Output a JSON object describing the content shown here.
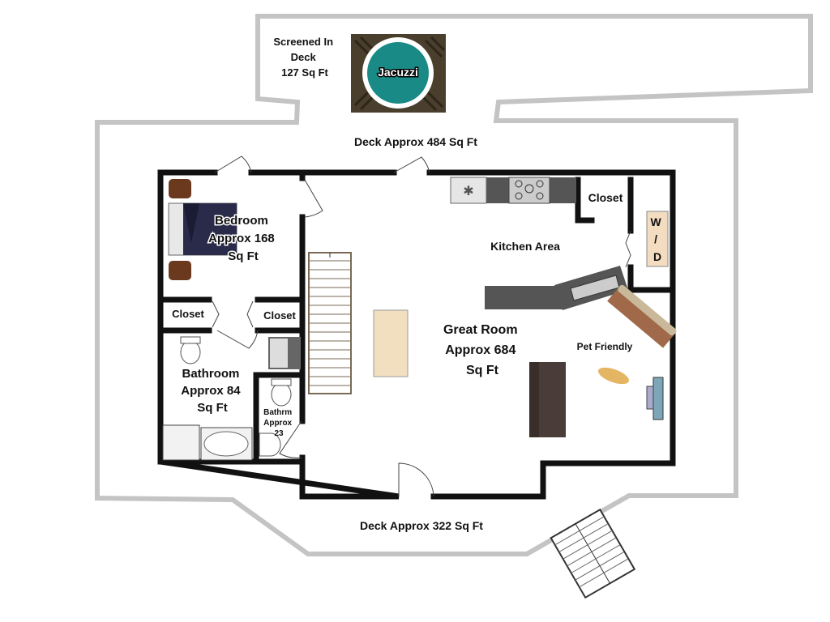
{
  "title": "Floor Plan",
  "labels": {
    "screened_deck": [
      "Screened In",
      "Deck",
      "127 Sq Ft"
    ],
    "jacuzzi": "Jacuzzi",
    "deck_top": "Deck Approx 484 Sq Ft",
    "deck_bottom": "Deck Approx 322 Sq Ft",
    "bedroom": [
      "Bedroom",
      "Approx 168",
      "Sq Ft"
    ],
    "closet_left": "Closet",
    "closet_right": "Closet",
    "closet_kitchen": "Closet",
    "bathroom": [
      "Bathroom",
      "Approx 84",
      "Sq Ft"
    ],
    "half_bath": [
      "Bathrm",
      "Approx",
      "23"
    ],
    "kitchen": "Kitchen Area",
    "great_room": [
      "Great Room",
      "Approx 684",
      "Sq Ft"
    ],
    "pet_friendly": "Pet Friendly",
    "washer_dryer": [
      "W",
      "/",
      "D"
    ]
  },
  "colors": {
    "wall": "#111111",
    "deck_outline": "#c4c4c4",
    "jacuzzi_water": "#1a8a86",
    "jacuzzi_deck": "#4a3f2c",
    "counter": "#555555",
    "sofa": "#4a3c38",
    "island": "#f1dfc0"
  }
}
